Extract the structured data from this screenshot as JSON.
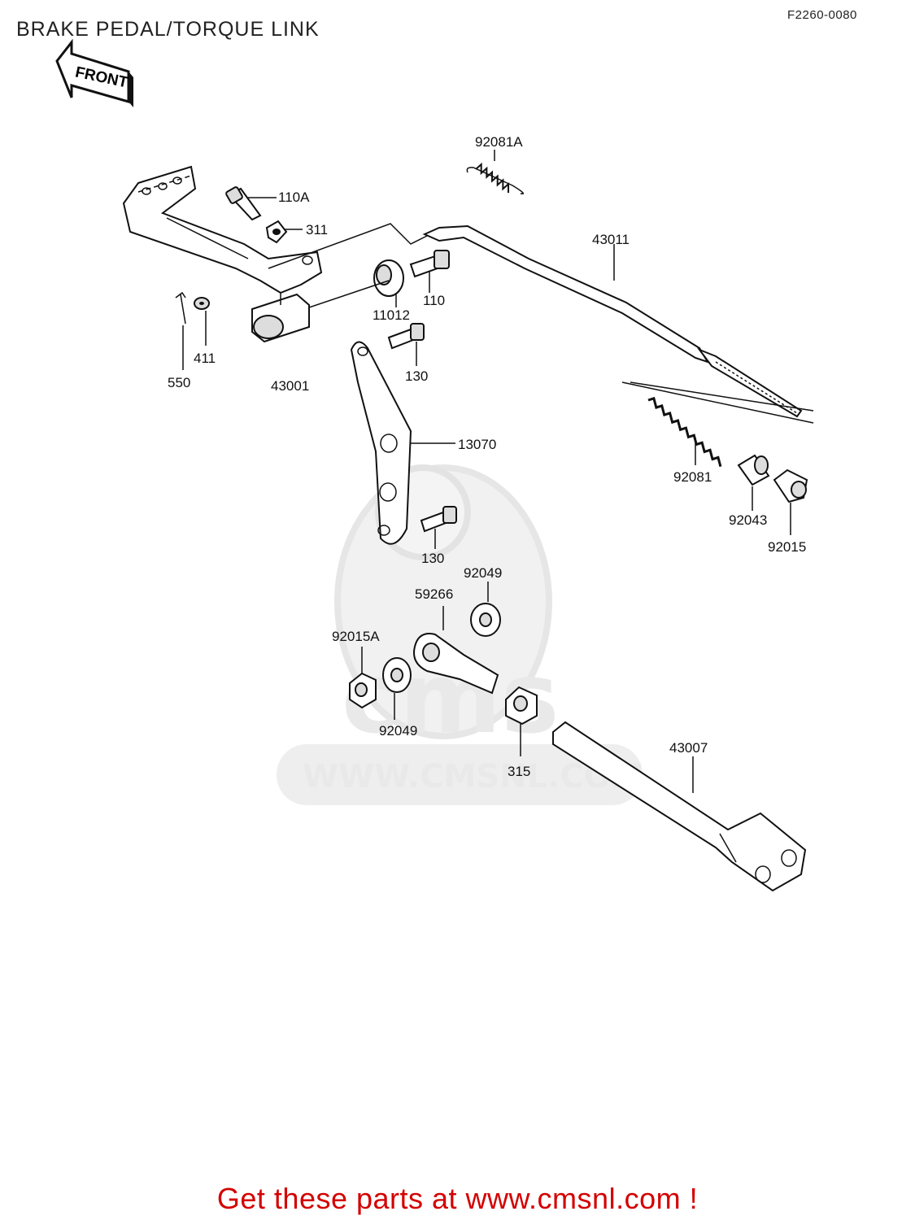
{
  "title": "BRAKE PEDAL/TORQUE LINK",
  "diagram_code": "F2260-0080",
  "front_label": "FRONT",
  "watermark": {
    "logo_text": "cms",
    "url_text": "WWW.CMSNL.COM"
  },
  "parts": {
    "p92081A": "92081A",
    "p110A": "110A",
    "p311": "311",
    "p43011": "43011",
    "p11012": "11012",
    "p110": "110",
    "p550": "550",
    "p411": "411",
    "p43001": "43001",
    "p130a": "130",
    "p13070": "13070",
    "p92081": "92081",
    "p92043": "92043",
    "p92015": "92015",
    "p130b": "130",
    "p92049a": "92049",
    "p59266": "59266",
    "p92015A": "92015A",
    "p92049b": "92049",
    "p315": "315",
    "p43007": "43007"
  },
  "cta": {
    "text": "Get these parts at www.cmsnl.com !"
  }
}
